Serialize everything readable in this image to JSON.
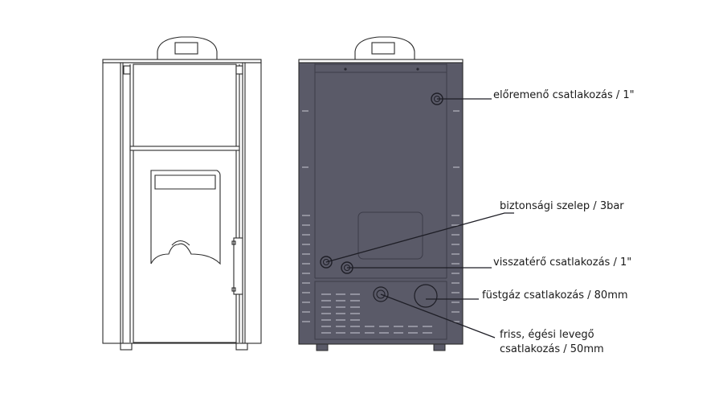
{
  "colors": {
    "stroke": "#2b2b2b",
    "panel": "#5a5a68",
    "body_light": "#ffffff",
    "background": "#ffffff"
  },
  "labels": {
    "flow": "előremenő csatlakozás / 1\"",
    "safety": "biztonsági szelep / 3bar",
    "return": "visszatérő csatlakozás / 1\"",
    "flue": "füstgáz csatlakozás / 80mm",
    "air_line1": "friss, égési levegő",
    "air_line2": "csatlakozás / 50mm"
  }
}
